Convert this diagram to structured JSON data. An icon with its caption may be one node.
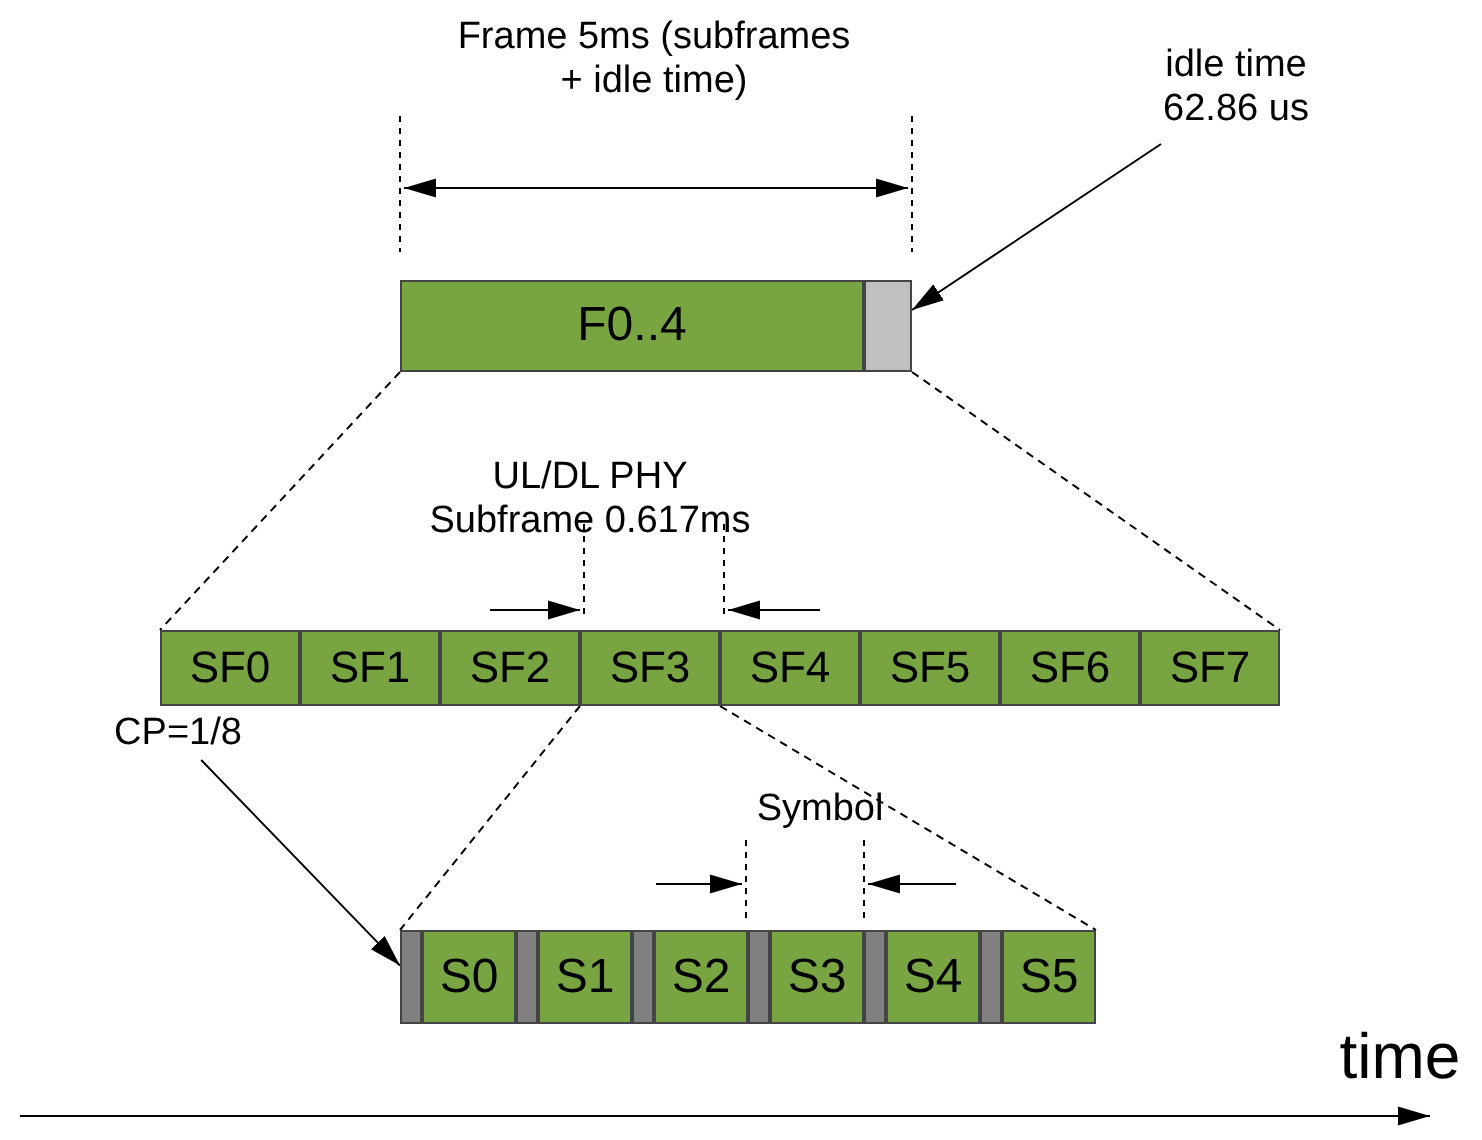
{
  "diagram": {
    "nodes": [
      {
        "text": [
          "F0..4"
        ]
      },
      {
        "text": [],
        "shape": "box"
      },
      {
        "text": [
          "idle time 62.86 us"
        ]
      },
      {
        "text": [
          "SF0"
        ]
      },
      {
        "text": [
          "SF1"
        ]
      },
      {
        "text": [
          "SF2"
        ]
      },
      {
        "text": [
          "SF3"
        ]
      },
      {
        "text": [
          "SF4"
        ]
      },
      {
        "text": [
          "SF5"
        ]
      },
      {
        "text": [
          "SF6"
        ]
      },
      {
        "text": [
          "SF7"
        ]
      },
      {
        "text": [
          "CP=1/8"
        ]
      },
      {
        "text": [],
        "shape": "bar"
      },
      {
        "text": [
          "S0"
        ]
      },
      {
        "text": [],
        "shape": "bar"
      },
      {
        "text": [
          "S1"
        ]
      },
      {
        "text": [],
        "shape": "bar"
      },
      {
        "text": [
          "S2"
        ]
      },
      {
        "text": [],
        "shape": "bar"
      },
      {
        "text": [
          "S3"
        ]
      },
      {
        "text": [],
        "shape": "bar"
      },
      {
        "text": [
          "S4"
        ]
      },
      {
        "text": [],
        "shape": "bar"
      },
      {
        "text": [
          "S5"
        ]
      }
    ],
    "edges": [
      {
        "from": 2,
        "to": 1,
        "arrow": "to"
      },
      {
        "from": 11,
        "to": 12,
        "arrow": "to"
      },
      {
        "from": 0,
        "to": 3,
        "arrow": "none",
        "style": "dashed"
      },
      {
        "from": 1,
        "to": 10,
        "arrow": "none",
        "style": "dashed"
      },
      {
        "from": 6,
        "to": 12,
        "arrow": "none",
        "style": "dashed"
      },
      {
        "from": 6,
        "to": 23,
        "arrow": "none",
        "style": "dashed"
      }
    ],
    "labels": [
      "Frame 5ms (subframes + idle time)",
      "UL/DL PHY Subframe 0.617ms",
      "Symbol",
      "time"
    ]
  }
}
